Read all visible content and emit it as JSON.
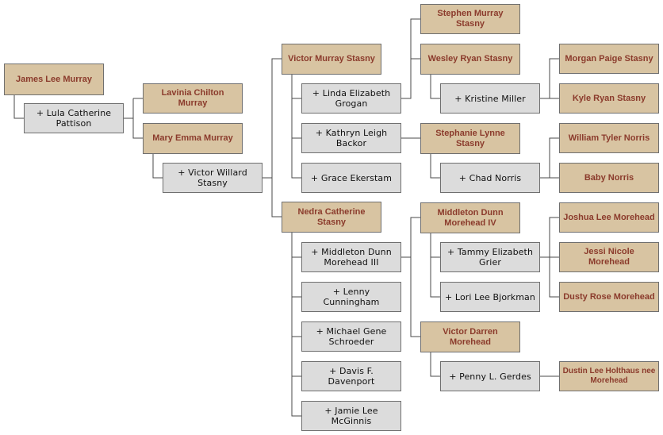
{
  "persons": {
    "james_lee_murray": "James Lee Murray",
    "lula_catherine_pattison": "+ Lula Catherine Pattison",
    "lavinia_chilton_murray": "Lavinia Chilton Murray",
    "mary_emma_murray": "Mary Emma Murray",
    "victor_willard_stasny": "+ Victor Willard Stasny",
    "victor_murray_stasny": "Victor Murray Stasny",
    "linda_elizabeth_grogan": "+ Linda Elizabeth Grogan",
    "kathryn_leigh_backor": "+ Kathryn Leigh Backor",
    "grace_ekerstam": "+ Grace Ekerstam",
    "nedra_catherine_stasny": "Nedra Catherine Stasny",
    "middleton_dunn_morehead_iii": "+ Middleton Dunn Morehead III",
    "lenny_cunningham": "+ Lenny Cunningham",
    "michael_gene_schroeder": "+ Michael Gene Schroeder",
    "davis_f_davenport": "+ Davis F. Davenport",
    "jamie_lee_mcginnis": "+ Jamie Lee McGinnis",
    "stephen_murray_stasny": "Stephen Murray Stasny",
    "wesley_ryan_stasny": "Wesley Ryan Stasny",
    "kristine_miller": "+ Kristine Miller",
    "stephanie_lynne_stasny": "Stephanie Lynne Stasny",
    "chad_norris": "+ Chad Norris",
    "middleton_dunn_morehead_iv": "Middleton Dunn Morehead IV",
    "tammy_elizabeth_grier": "+ Tammy Elizabeth Grier",
    "lori_lee_bjorkman": "+ Lori Lee Bjorkman",
    "victor_darren_morehead": "Victor Darren Morehead",
    "penny_l_gerdes": "+ Penny L. Gerdes",
    "morgan_paige_stasny": "Morgan Paige Stasny",
    "kyle_ryan_stasny": "Kyle Ryan Stasny",
    "william_tyler_norris": "William Tyler Norris",
    "baby_norris": "Baby Norris",
    "joshua_lee_morehead": "Joshua Lee Morehead",
    "jessi_nicole_morehead": "Jessi Nicole Morehead",
    "dusty_rose_morehead": "Dusty Rose Morehead",
    "dustin_lee_holthaus_nee_morehead": "Dustin Lee Holthaus nee Morehead"
  },
  "colors": {
    "person_fill": "#d8c4a2",
    "person_text": "#8b3b2c",
    "spouse_fill": "#dcdcdc",
    "spouse_text": "#111111",
    "border": "#6f6f6f",
    "connector": "#4a4a4a"
  }
}
